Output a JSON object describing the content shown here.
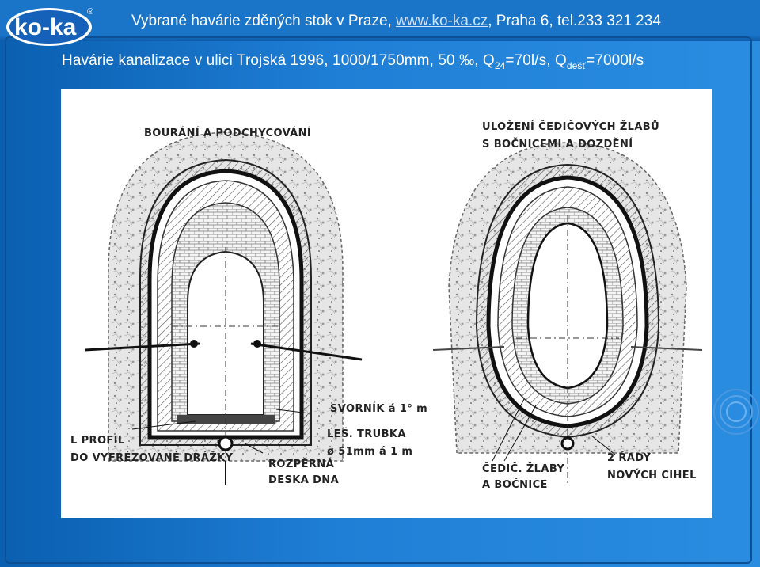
{
  "header": {
    "logo_text": "ko-ka",
    "registered_mark": "®",
    "text_before_link": "Vybrané havárie zděných stok v Praze, ",
    "link": "www.ko-ka.cz",
    "text_after_link": ", Praha 6, tel.233 321 234"
  },
  "slide": {
    "title_prefix": "Havárie kanalizace v ulici Trojská 1996, 1000/1750mm, 50 ‰, Q",
    "title_sub1": "24",
    "title_middle": "=70l/s, Q",
    "title_sub2": "dešť",
    "title_suffix": "=7000l/s"
  },
  "drawing": {
    "left_heading": "BOURÁNÍ A PODCHYCOVÁNÍ",
    "right_heading_line1": "ULOŽENÍ ČEDIČOVÝCH ŽLABŮ",
    "right_heading_line2": "S BOČNICEMI A DOZDĚNÍ",
    "label_l_profil_1": "L PROFIL",
    "label_l_profil_2": "DO VYFRÉZOVANÉ DRÁŽKY",
    "label_svornik": "SVORNÍK á 1° m",
    "label_les_1": "LEŠ. TRUBKA",
    "label_les_2": "ø 51mm á 1 m",
    "label_rozperna_1": "ROZPĚRNÁ",
    "label_rozperna_2": "DESKA DNA",
    "label_cedic_1": "ČEDIČ. ŽLABY",
    "label_cedic_2": "A BOČNICE",
    "label_rady_1": "2 ŘADY",
    "label_rady_2": "NOVÝCH CIHEL"
  },
  "colors": {
    "background": "#1a74c8",
    "text": "#ffffff",
    "logo_blue": "#1560b8"
  }
}
